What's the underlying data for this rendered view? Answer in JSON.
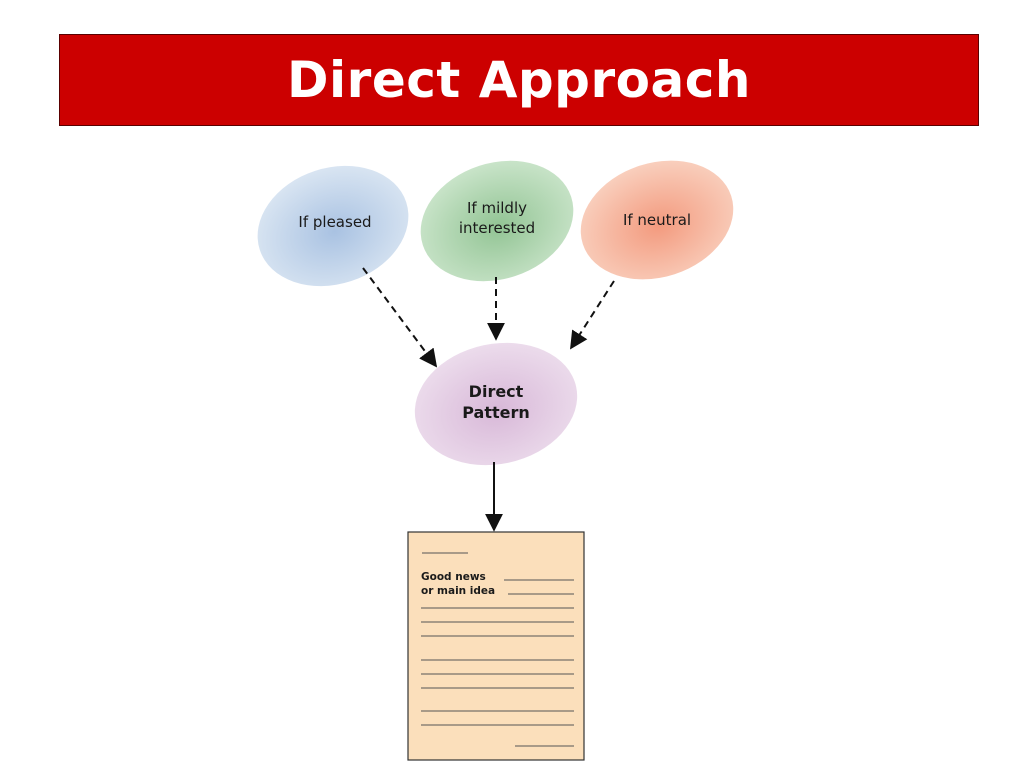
{
  "title": "Direct Approach",
  "nodes": {
    "pleased": {
      "label": "If pleased"
    },
    "mildly": {
      "line1": "If mildly",
      "line2": "interested"
    },
    "neutral": {
      "label": "If neutral"
    },
    "pattern": {
      "line1": "Direct",
      "line2": "Pattern"
    }
  },
  "document": {
    "line1": "Good news",
    "line2": "or main idea"
  },
  "colors": {
    "title_bar": "#cc0000",
    "pleased": "#b9cfe8",
    "mildly": "#a8d2a8",
    "neutral": "#f4ab92",
    "pattern": "#e0c6e0",
    "document": "#fbdfbb"
  }
}
